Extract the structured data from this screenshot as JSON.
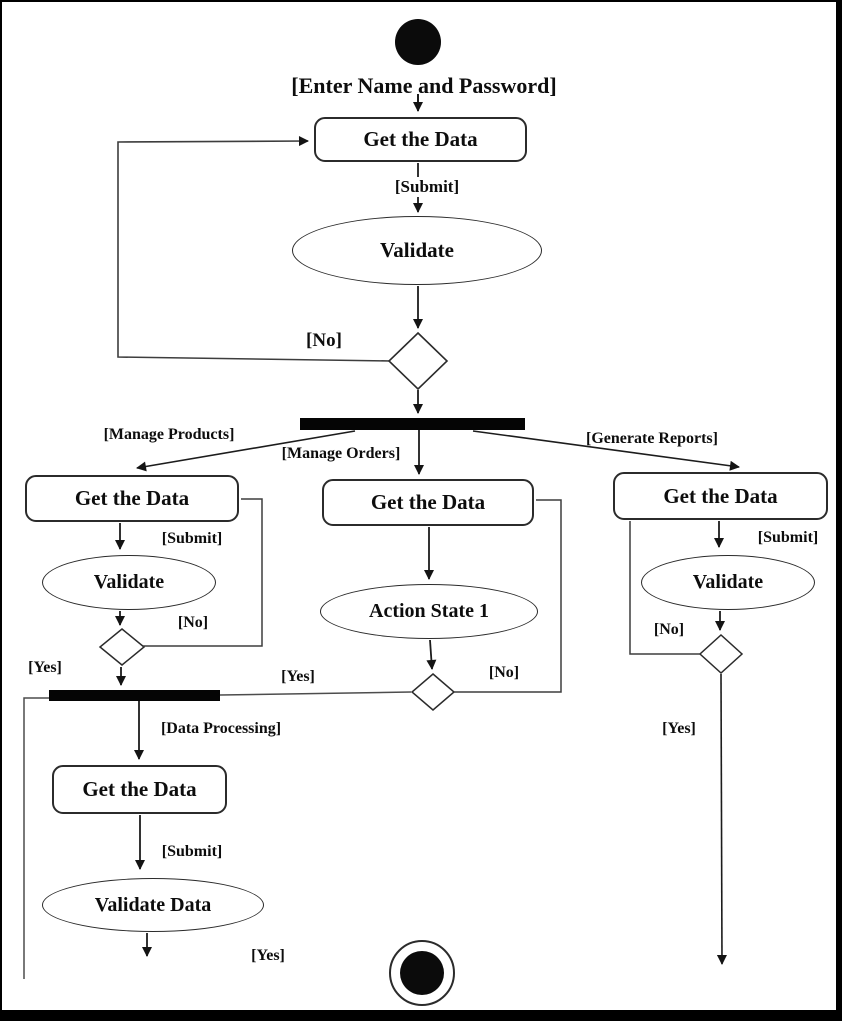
{
  "nodes": {
    "get_data_login": "Get the Data",
    "validate_login": "Validate",
    "get_data_products": "Get the Data",
    "validate_products": "Validate",
    "get_data_orders": "Get the Data",
    "action_state_1": "Action State 1",
    "get_data_reports": "Get the Data",
    "validate_reports": "Validate",
    "get_data_processing": "Get the Data",
    "validate_data": "Validate Data"
  },
  "guards": {
    "enter_name_password": "[Enter Name and Password]",
    "submit_login": "[Submit]",
    "no_login": "[No]",
    "manage_products": "[Manage Products]",
    "manage_orders": "[Manage Orders]",
    "generate_reports": "[Generate Reports]",
    "submit_products": "[Submit]",
    "no_products": "[No]",
    "yes_products": "[Yes]",
    "yes_mid": "[Yes]",
    "no_mid": "[No]",
    "data_processing": "[Data Processing]",
    "submit_processing": "[Submit]",
    "yes_processing": "[Yes]",
    "submit_reports": "[Submit]",
    "no_reports": "[No]",
    "yes_reports": "[Yes]"
  },
  "colors": {
    "ink": "#000000",
    "background": "#ffffff"
  }
}
